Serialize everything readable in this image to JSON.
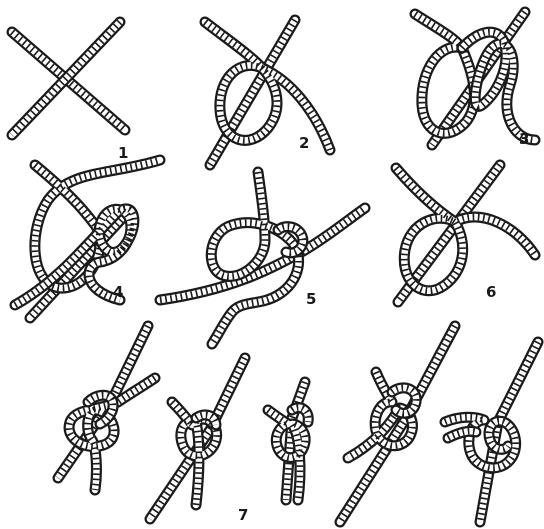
{
  "steps": {
    "s1": "1",
    "s2": "2",
    "s3": "3",
    "s4": "4",
    "s5": "5",
    "s6": "6",
    "s7": "7"
  },
  "colors": {
    "ink": "#1a1a1a",
    "paper": "#ffffff"
  }
}
